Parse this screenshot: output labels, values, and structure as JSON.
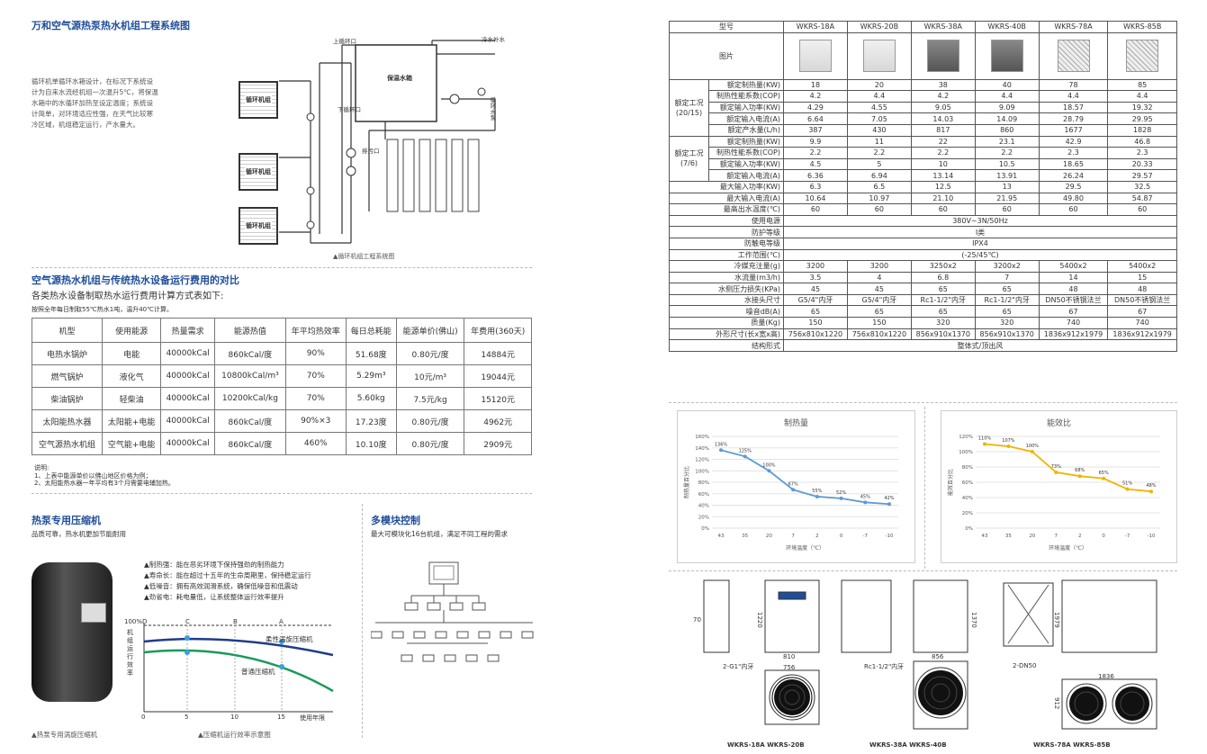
{
  "system": {
    "title": "万和空气源热泵热水机组工程系统图",
    "desc": [
      "循环机单循环水箱设计，在标况下系统设",
      "计为自来水流经机组一次温升5℃，将保温",
      "水箱中的水循环加热至设定温度；系统设",
      "计简单，对环境适应性强，在天气比较寒",
      "冷区域，机组稳定运行，产水量大。"
    ],
    "labels": {
      "unit": "循环机组",
      "tank": "保温水箱",
      "upper_outlet": "上循环口",
      "lower_outlet": "下循环口",
      "drain": "排污口",
      "water": "冷水补水",
      "pump": "循环水泵"
    },
    "caption": "▲循环机组工程系统图"
  },
  "cost": {
    "title": "空气源热水机组与传统热水设备运行费用的对比",
    "subtitle": "各类热水设备制取热水运行费用计算方式表如下:",
    "basis": "按照全年每日制取55℃热水1吨，温升40℃计算。",
    "headers": [
      "机型",
      "使用能源",
      "热量需求",
      "能源热值",
      "年平均热效率",
      "每日总耗能",
      "能源单价(佛山)",
      "年费用(360天)"
    ],
    "rows": [
      [
        "电热水锅炉",
        "电能",
        "40000kCal",
        "860kCal/度",
        "90%",
        "51.68度",
        "0.80元/度",
        "14884元"
      ],
      [
        "燃气锅炉",
        "液化气",
        "40000kCal",
        "10800kCal/m³",
        "70%",
        "5.29m³",
        "10元/m³",
        "19044元"
      ],
      [
        "柴油锅炉",
        "轻柴油",
        "40000kCal",
        "10200kCal/kg",
        "70%",
        "5.60kg",
        "7.5元/kg",
        "15120元"
      ],
      [
        "太阳能热水器",
        "太阳能+电能",
        "40000kCal",
        "860kCal/度",
        "90%×3",
        "17.23度",
        "0.80元/度",
        "4962元"
      ],
      [
        "空气源热水机组",
        "空气能+电能",
        "40000kCal",
        "860kCal/度",
        "460%",
        "10.10度",
        "0.80元/度",
        "2909元"
      ]
    ],
    "notes": [
      "说明:",
      "1、上表中能源单价以佛山地区价格为例；",
      "2、太阳能热水器一年平均有3个月需要电辅加热。"
    ]
  },
  "compressor": {
    "title": "热泵专用压缩机",
    "subtitle": "品质可靠，热水机更加节能耐用",
    "features": [
      "▲制热强：能在恶劣环境下保持强劲的制热能力",
      "▲寿命长：能在超过十五年的生命周期里，保持稳定运行",
      "▲低噪音：拥有高效润滑系统，确保低噪音和低震动",
      "▲劲省电：耗电量低，让系统整体运行效率提升"
    ],
    "chart_ylabel": "机组运行效率",
    "chart_top": "100%",
    "chart_points": [
      "D",
      "C",
      "B",
      "A"
    ],
    "chart_x": [
      "0",
      "5",
      "10",
      "15",
      "使用年限"
    ],
    "line1": "柔性涡旋压缩机",
    "line2": "普通压缩机",
    "caption1": "▲热泵专用涡旋压缩机",
    "caption2": "▲压缩机运行效率示意图"
  },
  "modular": {
    "title": "多模块控制",
    "subtitle": "最大可模块化16台机组，满足不同工程的需求"
  },
  "spec": {
    "models": [
      "WKRS-18A",
      "WKRS-20B",
      "WKRS-38A",
      "WKRS-40B",
      "WKRS-78A",
      "WKRS-85B"
    ],
    "h_model": "型号",
    "h_image": "图片",
    "g1": "额定工况\n(20/15)",
    "g1_rows": [
      {
        "label": "额定制热量(KW)",
        "v": [
          "18",
          "20",
          "38",
          "40",
          "78",
          "85"
        ]
      },
      {
        "label": "制热性能系数(COP)",
        "v": [
          "4.2",
          "4.4",
          "4.2",
          "4.4",
          "4.4",
          "4.4"
        ]
      },
      {
        "label": "额定输入功率(KW)",
        "v": [
          "4.29",
          "4.55",
          "9.05",
          "9.09",
          "18.57",
          "19.32"
        ]
      },
      {
        "label": "额定输入电流(A)",
        "v": [
          "6.64",
          "7.05",
          "14.03",
          "14.09",
          "28.79",
          "29.95"
        ]
      },
      {
        "label": "额定产水量(L/h)",
        "v": [
          "387",
          "430",
          "817",
          "860",
          "1677",
          "1828"
        ]
      }
    ],
    "g2": "额定工况\n(7/6)",
    "g2_rows": [
      {
        "label": "额定制热量(KW)",
        "v": [
          "9.9",
          "11",
          "22",
          "23.1",
          "42.9",
          "46.8"
        ]
      },
      {
        "label": "制热性能系数(COP)",
        "v": [
          "2.2",
          "2.2",
          "2.2",
          "2.2",
          "2.3",
          "2.3"
        ]
      },
      {
        "label": "额定输入功率(KW)",
        "v": [
          "4.5",
          "5",
          "10",
          "10.5",
          "18.65",
          "20.33"
        ]
      },
      {
        "label": "额定输入电流(A)",
        "v": [
          "6.36",
          "6.94",
          "13.14",
          "13.91",
          "26.24",
          "29.57"
        ]
      }
    ],
    "rows": [
      {
        "label": "最大输入功率(KW)",
        "v": [
          "6.3",
          "6.5",
          "12.5",
          "13",
          "29.5",
          "32.5"
        ]
      },
      {
        "label": "最大输入电流(A)",
        "v": [
          "10.64",
          "10.97",
          "21.10",
          "21.95",
          "49.80",
          "54.87"
        ]
      },
      {
        "label": "最高出水温度(℃)",
        "v": [
          "60",
          "60",
          "60",
          "60",
          "60",
          "60"
        ]
      },
      {
        "label": "使用电源",
        "all": "380V~3N/50Hz"
      },
      {
        "label": "防护等级",
        "all": "I类"
      },
      {
        "label": "防触电等级",
        "all": "IPX4"
      },
      {
        "label": "工作范围(℃)",
        "all": "(-25/45℃)"
      },
      {
        "label": "冷媒充注量(g)",
        "v": [
          "3200",
          "3200",
          "3250x2",
          "3200x2",
          "5400x2",
          "5400x2"
        ]
      },
      {
        "label": "水流量(m3/h)",
        "v": [
          "3.5",
          "4",
          "6.8",
          "7",
          "14",
          "15"
        ]
      },
      {
        "label": "水侧压力损失(KPa)",
        "v": [
          "45",
          "45",
          "65",
          "65",
          "48",
          "48"
        ]
      },
      {
        "label": "水接头尺寸",
        "v": [
          "G5/4\"内牙",
          "G5/4\"内牙",
          "Rc1-1/2\"内牙",
          "Rc1-1/2\"内牙",
          "DN50不锈钢法兰",
          "DN50不锈钢法兰"
        ]
      },
      {
        "label": "噪音dB(A)",
        "v": [
          "65",
          "65",
          "65",
          "65",
          "67",
          "67"
        ]
      },
      {
        "label": "质量(Kg)",
        "v": [
          "150",
          "150",
          "320",
          "320",
          "740",
          "740"
        ]
      },
      {
        "label": "外形尺寸(长x宽x高)",
        "v": [
          "756x810x1220",
          "756x810x1220",
          "856x910x1370",
          "856x910x1370",
          "1836x912x1979",
          "1836x912x1979"
        ]
      },
      {
        "label": "结构形式",
        "all": "整体式/顶出风"
      }
    ]
  },
  "chart_data": [
    {
      "type": "line",
      "title": "制热量",
      "ylabel": "制热量百分比",
      "xlabel": "环境温度（℃）",
      "categories": [
        "43",
        "35",
        "20",
        "7",
        "2",
        "0",
        "-7",
        "-10"
      ],
      "values": [
        136,
        125,
        100,
        67,
        55,
        52,
        45,
        42
      ],
      "value_labels": [
        "136%",
        "125%",
        "100%",
        "67%",
        "55%",
        "52%",
        "45%",
        "42%"
      ],
      "yticks": [
        "0%",
        "20%",
        "40%",
        "60%",
        "80%",
        "100%",
        "120%",
        "140%",
        "160%"
      ],
      "ylim": [
        0,
        160
      ],
      "color": "#5b9bd5"
    },
    {
      "type": "line",
      "title": "能效比",
      "ylabel": "能效百分比",
      "xlabel": "环境温度（℃）",
      "categories": [
        "43",
        "35",
        "20",
        "7",
        "2",
        "0",
        "-7",
        "-10"
      ],
      "values": [
        110,
        107,
        100,
        73,
        68,
        65,
        51,
        48
      ],
      "value_labels": [
        "110%",
        "107%",
        "100%",
        "73%",
        "68%",
        "65%",
        "51%",
        "48%"
      ],
      "yticks": [
        "0%",
        "20%",
        "40%",
        "60%",
        "80%",
        "100%",
        "120%"
      ],
      "ylim": [
        0,
        120
      ],
      "color": "#f0b400"
    }
  ],
  "drawings": {
    "captions": [
      "WKRS-18A  WKRS-20B",
      "WKRS-38A  WKRS-40B",
      "WKRS-78A  WKRS-85B"
    ],
    "dims": {
      "a810": "810",
      "a756": "756",
      "a1220": "1220",
      "a70": "70",
      "a2g1": "2-G1\"内牙",
      "b856": "856",
      "b1370": "1370",
      "brc": "Rc1-1/2\"内牙",
      "c1836": "1836",
      "c1979": "1979",
      "c912": "912",
      "c2dn50": "2-DN50"
    }
  }
}
